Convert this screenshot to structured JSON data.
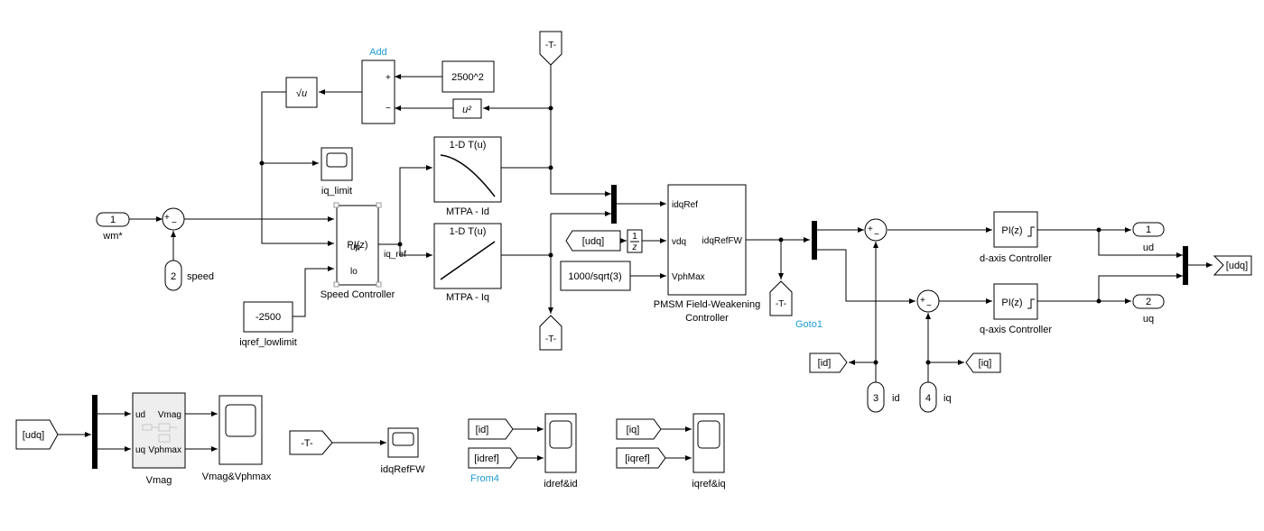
{
  "blocks": {
    "add": {
      "name": "Add",
      "plus": "+",
      "minus": "−"
    },
    "const2500sq": "2500^2",
    "sqrt": {
      "glyph": "√u"
    },
    "square": {
      "glyph": "u²"
    },
    "goto_T": "-T-",
    "from_T_bottom": "-T-",
    "iq_limit": "iq_limit",
    "mtpa_id": {
      "title": "1-D T(u)",
      "name": "MTPA - Id"
    },
    "mtpa_iq": {
      "title": "1-D T(u)",
      "name": "MTPA - Iq"
    },
    "wm_inport": {
      "num": "1",
      "name": "wm*"
    },
    "speed_inport": {
      "num": "2",
      "name": "speed"
    },
    "sum1": {
      "plus": "+",
      "minus": "−"
    },
    "speed_ctrl": {
      "name": "Speed Controller",
      "pi": "PI(z)",
      "up": "up",
      "lo": "lo",
      "out": "iq_ref"
    },
    "iqref_lowlimit": {
      "value": "-2500",
      "name": "iqref_lowlimit"
    },
    "udq_from": "[udq]",
    "delay": {
      "num": "1",
      "den": "z"
    },
    "const_vph": "1000/sqrt(3)",
    "fw_ctrl": {
      "in1": "idqRef",
      "in2": "vdq",
      "in3": "VphMax",
      "out": "idqRefFW",
      "name1": "PMSM Field-Weakening",
      "name2": "Controller"
    },
    "goto1": {
      "text": "-T-",
      "name": "Goto1"
    },
    "sum_d": {
      "plus": "+",
      "minus": "−"
    },
    "sum_q": {
      "plus": "+",
      "minus": "−"
    },
    "pi_d": {
      "pi": "PI(z)",
      "name": "d-axis Controller"
    },
    "pi_q": {
      "pi": "PI(z)",
      "name": "q-axis Controller"
    },
    "out_ud": {
      "num": "1",
      "name": "ud"
    },
    "out_uq": {
      "num": "2",
      "name": "uq"
    },
    "goto_udq": "[udq]",
    "from_id": "[id]",
    "from_iq": "[iq]",
    "in_id": {
      "num": "3",
      "name": "id"
    },
    "in_iq": {
      "num": "4",
      "name": "iq"
    },
    "udq_from2": "[udq]",
    "vmag": {
      "in1": "ud",
      "in2": "uq",
      "out1": "Vmag",
      "out2": "Vphmax",
      "name": "Vmag"
    },
    "scope_vmag": "Vmag&Vphmax",
    "from_T2": "-T-",
    "scope_idq": "idqRefFW",
    "from_id2": "[id]",
    "from_idref": "[idref]",
    "from4": "From4",
    "scope_idref": "idref&id",
    "from_iq2": "[iq]",
    "from_iqref": "[iqref]",
    "scope_iqref": "iqref&iq"
  }
}
